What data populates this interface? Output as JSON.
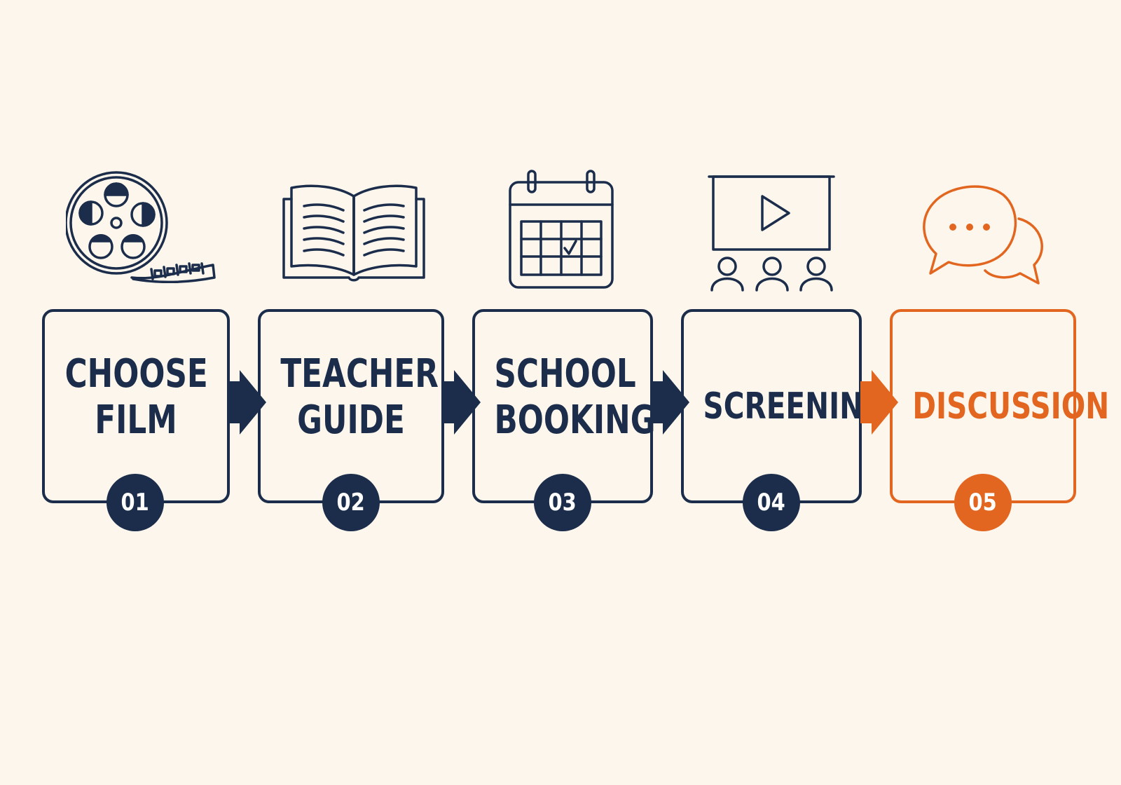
{
  "colors": {
    "background": "#fcf6ec",
    "primary": "#1b2d4b",
    "accent": "#e2661f",
    "badge_text": "#ffffff"
  },
  "steps": [
    {
      "number": "01",
      "title_lines": [
        "CHOOSE",
        "FILM"
      ],
      "icon": "film-reel-icon",
      "color": "#1b2d4b"
    },
    {
      "number": "02",
      "title_lines": [
        "TEACHER",
        "GUIDE"
      ],
      "icon": "open-book-icon",
      "color": "#1b2d4b"
    },
    {
      "number": "03",
      "title_lines": [
        "SCHOOL",
        "BOOKING"
      ],
      "icon": "calendar-check-icon",
      "color": "#1b2d4b"
    },
    {
      "number": "04",
      "title_lines": [
        "SCREENING"
      ],
      "icon": "screening-audience-icon",
      "color": "#1b2d4b"
    },
    {
      "number": "05",
      "title_lines": [
        "DISCUSSION"
      ],
      "icon": "speech-bubbles-icon",
      "color": "#e2661f"
    }
  ],
  "connectors": [
    {
      "from": "01",
      "to": "02",
      "color": "#1b2d4b"
    },
    {
      "from": "02",
      "to": "03",
      "color": "#1b2d4b"
    },
    {
      "from": "03",
      "to": "04",
      "color": "#1b2d4b"
    },
    {
      "from": "04",
      "to": "05",
      "color": "#e2661f"
    }
  ]
}
